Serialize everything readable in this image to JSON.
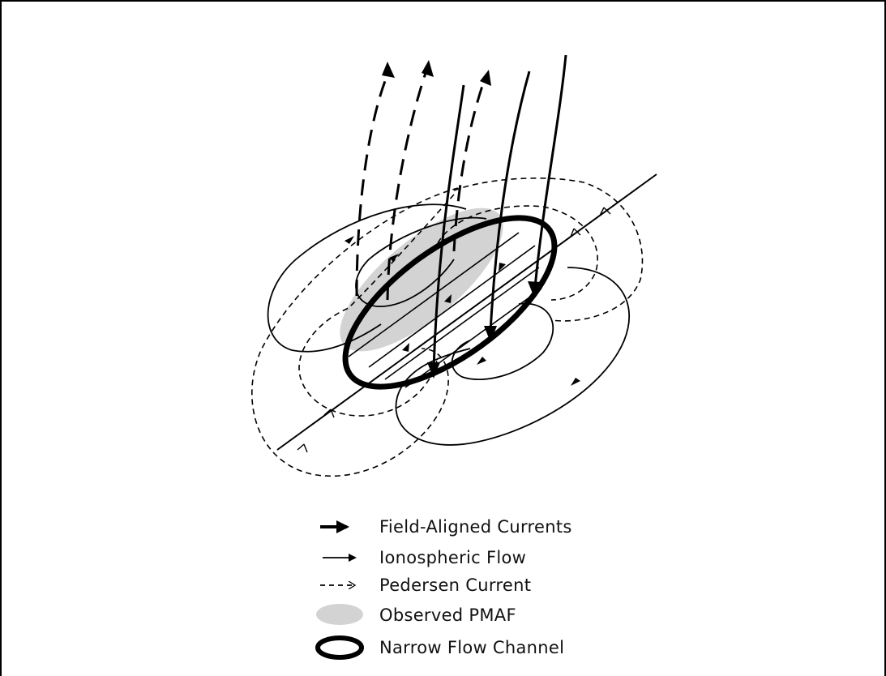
{
  "legend": {
    "items": [
      {
        "key": "field_aligned",
        "label": "Field-Aligned Currents"
      },
      {
        "key": "ionospheric",
        "label": "Ionospheric Flow"
      },
      {
        "key": "pedersen",
        "label": "Pedersen Current"
      },
      {
        "key": "pmaf",
        "label": "Observed PMAF"
      },
      {
        "key": "channel",
        "label": "Narrow Flow Channel"
      }
    ]
  },
  "colors": {
    "line": "#000000",
    "pmaf_fill": "#d3d3d3",
    "background": "#ffffff"
  }
}
